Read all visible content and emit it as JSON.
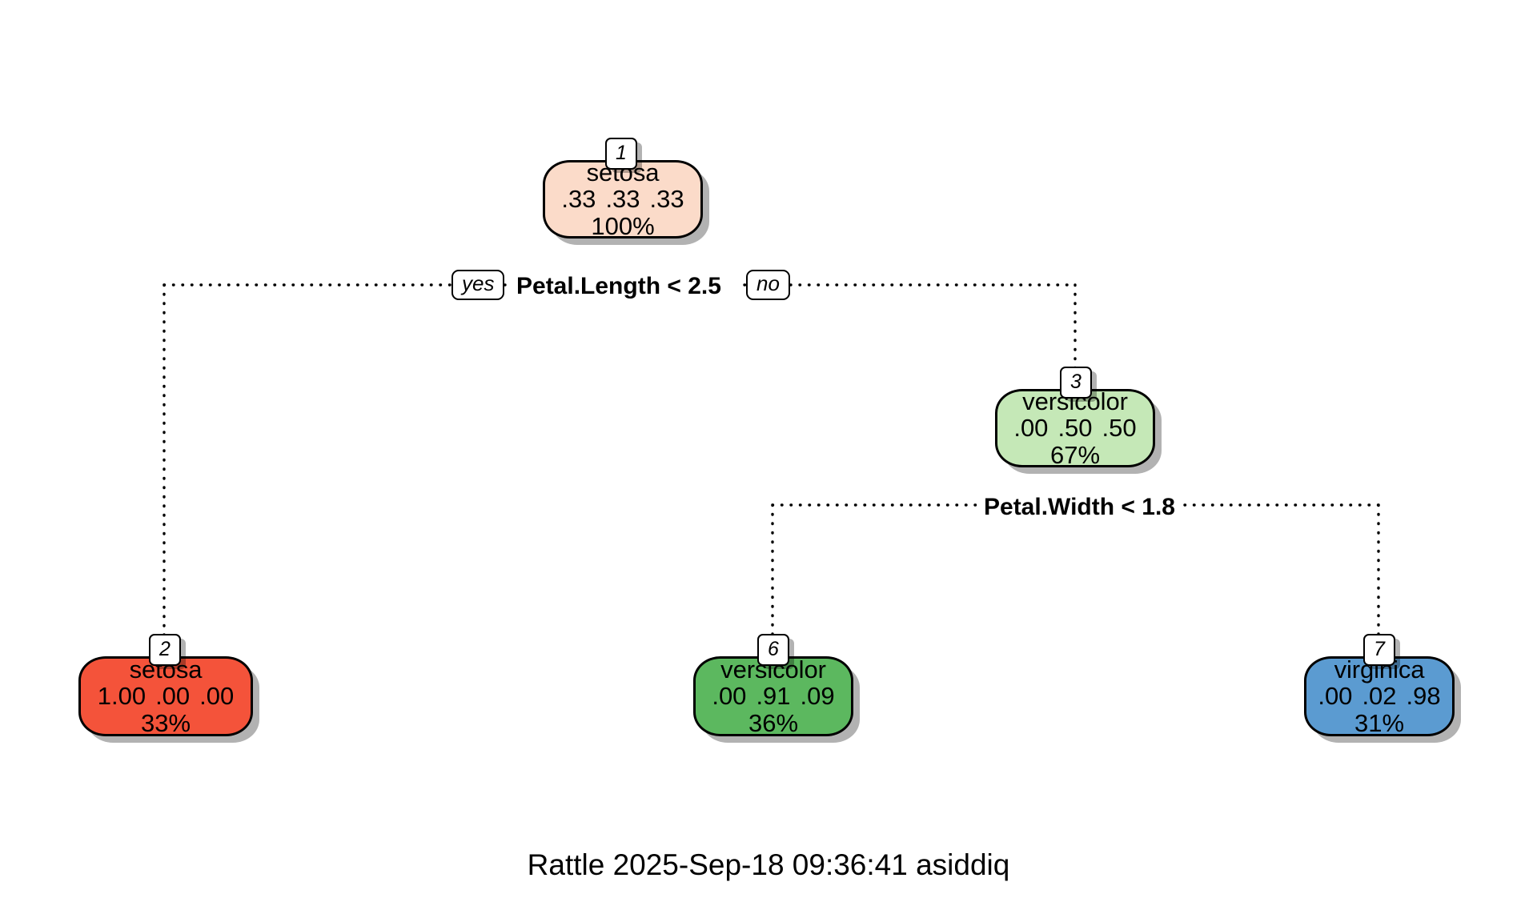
{
  "chart_data": {
    "type": "tree",
    "title": "",
    "caption": "Rattle 2025-Sep-18 09:36:41 asiddiq",
    "class_levels": [
      "setosa",
      "versicolor",
      "virginica"
    ],
    "nodes": [
      {
        "id": "1",
        "label": "setosa",
        "probs": [
          ".33",
          ".33",
          ".33"
        ],
        "pct": "100%",
        "fill": "#fbdbc9",
        "kind": "root"
      },
      {
        "id": "2",
        "label": "setosa",
        "probs": [
          "1.00",
          ".00",
          ".00"
        ],
        "pct": "33%",
        "fill": "#f4533a",
        "kind": "leaf"
      },
      {
        "id": "3",
        "label": "versicolor",
        "probs": [
          ".00",
          ".50",
          ".50"
        ],
        "pct": "67%",
        "fill": "#c5e8b7",
        "kind": "internal"
      },
      {
        "id": "6",
        "label": "versicolor",
        "probs": [
          ".00",
          ".91",
          ".09"
        ],
        "pct": "36%",
        "fill": "#5cb85f",
        "kind": "leaf"
      },
      {
        "id": "7",
        "label": "virginica",
        "probs": [
          ".00",
          ".02",
          ".98"
        ],
        "pct": "31%",
        "fill": "#5b9bd1",
        "kind": "leaf"
      }
    ],
    "splits": [
      {
        "parent": "1",
        "condition": "Petal.Length < 2.5",
        "yes_label": "yes",
        "no_label": "no",
        "yes_child": "2",
        "no_child": "3"
      },
      {
        "parent": "3",
        "condition": "Petal.Width < 1.8",
        "yes_label": "",
        "no_label": "",
        "yes_child": "6",
        "no_child": "7"
      }
    ],
    "edge_style": "dotted",
    "background": "#ffffff"
  }
}
